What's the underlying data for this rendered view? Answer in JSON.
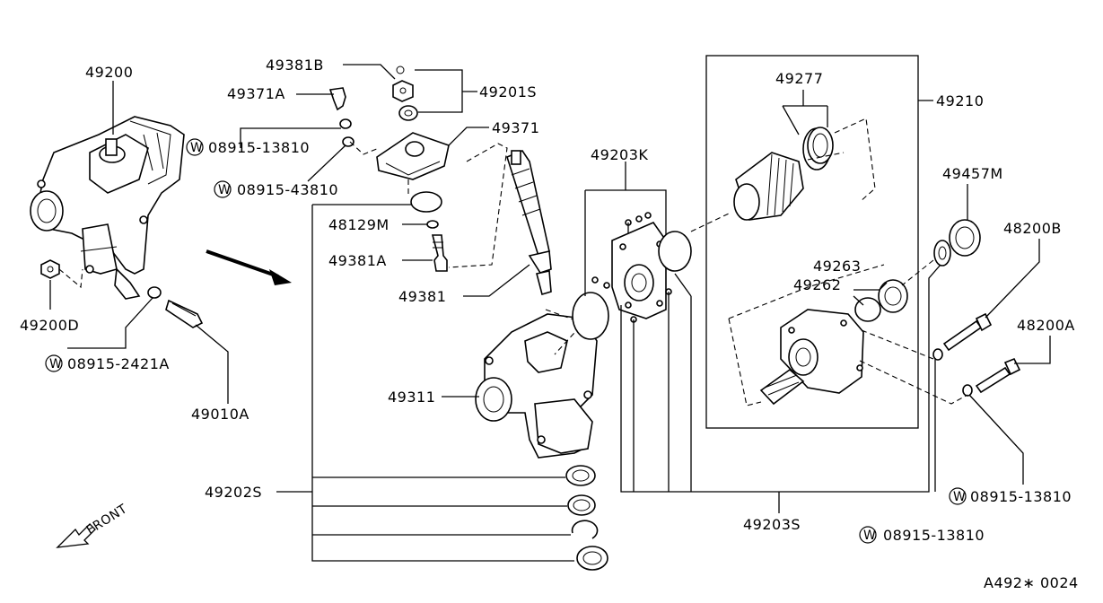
{
  "labels": {
    "p49200": "49200",
    "p49200D": "49200D",
    "p08915_2421A": "08915-2421A",
    "p49010A": "49010A",
    "p49381B": "49381B",
    "p49371A": "49371A",
    "p08915_13810_a": "08915-13810",
    "p08915_43810": "08915-43810",
    "p49201S": "49201S",
    "p49371": "49371",
    "p48129M": "48129M",
    "p49381A": "49381A",
    "p49381": "49381",
    "p49311": "49311",
    "p49202S": "49202S",
    "p49203K": "49203K",
    "p49277": "49277",
    "p49210": "49210",
    "p49457M": "49457M",
    "p48200B": "48200B",
    "p49263": "49263",
    "p49262": "49262",
    "p48200A": "48200A",
    "p08915_13810_b": "08915-13810",
    "p08915_13810_c": "08915-13810",
    "p49203S": "49203S",
    "front": "FRONT",
    "washer_mark": "W",
    "diagram_id": "A492∗ 0024"
  }
}
